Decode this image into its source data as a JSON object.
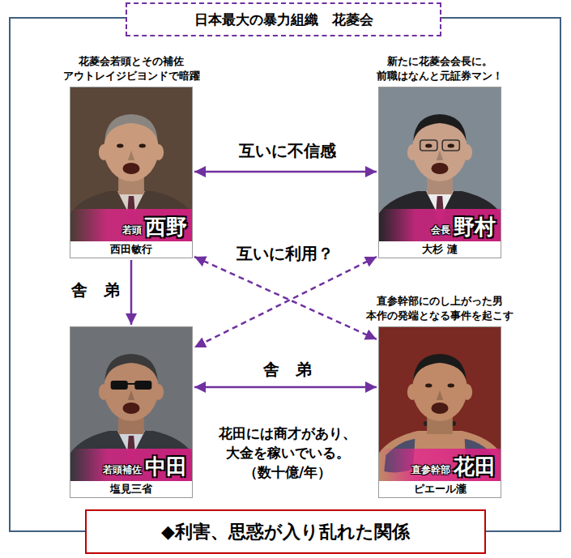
{
  "diagram": {
    "title": "日本最大の暴力組織　花菱会",
    "nodes": [
      {
        "text": [
          "花菱会若頭とその補佐 アウトレイジビヨンドで暗躍",
          "若頭",
          "西野",
          "西田敏行"
        ]
      },
      {
        "text": [
          "新たに花菱会会長に。 前職はなんと元証券マン！",
          "会長",
          "野村",
          "大杉 漣"
        ]
      },
      {
        "text": [
          "若頭補佐",
          "中田",
          "塩見三省"
        ]
      },
      {
        "text": [
          "直参幹部にのし上がった男 本作の発端となる事件を起こす",
          "直参幹部",
          "花田",
          "ピエール瀧"
        ]
      },
      {
        "text": [
          "◆利害、思惑が入り乱れた関係"
        ]
      }
    ],
    "edges": [
      {
        "from": 0,
        "to": 1,
        "arrow": "both",
        "label": "互いに不信感"
      },
      {
        "from": 1,
        "to": 2,
        "arrow": "both",
        "label": "互いに利用？"
      },
      {
        "from": 0,
        "to": 3,
        "arrow": "both"
      },
      {
        "from": 0,
        "to": 2,
        "arrow": "to",
        "label": "舎　弟"
      },
      {
        "from": 2,
        "to": 3,
        "arrow": "both",
        "label": "舎　弟"
      }
    ],
    "labels": [
      "花田には商才があり、 大金を稼いでいる。 （数十億/年）"
    ]
  }
}
